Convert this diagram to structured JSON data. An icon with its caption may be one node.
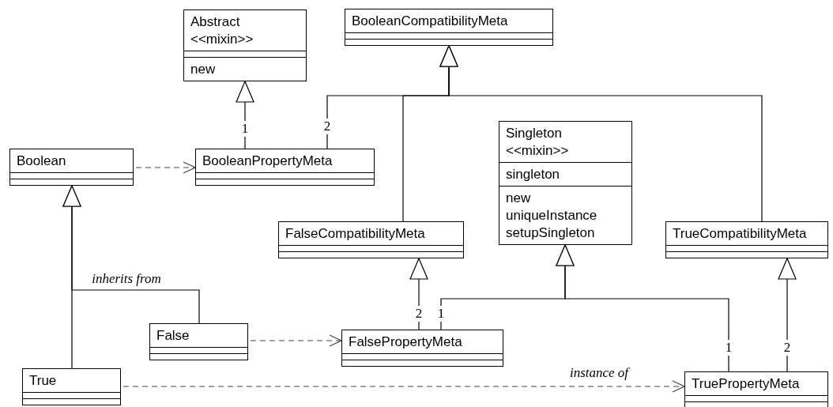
{
  "diagram": {
    "nodes": [
      {
        "text": [
          "Abstract",
          "<<mixin>>",
          "new"
        ]
      },
      {
        "text": [
          "BooleanCompatibilityMeta"
        ]
      },
      {
        "text": [
          "Boolean"
        ]
      },
      {
        "text": [
          "BooleanPropertyMeta"
        ]
      },
      {
        "text": [
          "Singleton",
          "<<mixin>>",
          "singleton",
          "new",
          "uniqueInstance",
          "setupSingleton"
        ]
      },
      {
        "text": [
          "FalseCompatibilityMeta"
        ]
      },
      {
        "text": [
          "TrueCompatibilityMeta"
        ]
      },
      {
        "text": [
          "False"
        ]
      },
      {
        "text": [
          "FalsePropertyMeta"
        ]
      },
      {
        "text": [
          "True"
        ]
      },
      {
        "text": [
          "TruePropertyMeta"
        ]
      }
    ],
    "edges": [
      {
        "from": 3,
        "to": 0,
        "arrow": "to",
        "label": "1"
      },
      {
        "from": 3,
        "to": 1,
        "arrow": "to",
        "label": "2"
      },
      {
        "from": 5,
        "to": 1,
        "arrow": "to"
      },
      {
        "from": 6,
        "to": 1,
        "arrow": "to"
      },
      {
        "from": 9,
        "to": 2,
        "arrow": "to"
      },
      {
        "from": 7,
        "to": 2,
        "arrow": "to",
        "label": "inherits from"
      },
      {
        "from": 2,
        "to": 3,
        "arrow": "to",
        "style": "dashed"
      },
      {
        "from": 7,
        "to": 8,
        "arrow": "to",
        "style": "dashed"
      },
      {
        "from": 9,
        "to": 10,
        "arrow": "to",
        "style": "dashed",
        "label": "instance of"
      },
      {
        "from": 8,
        "to": 5,
        "arrow": "to",
        "label": "2"
      },
      {
        "from": 8,
        "to": 4,
        "arrow": "to",
        "label": "1"
      },
      {
        "from": 10,
        "to": 4,
        "arrow": "to",
        "label": "1"
      },
      {
        "from": 10,
        "to": 6,
        "arrow": "to",
        "label": "2"
      }
    ]
  }
}
